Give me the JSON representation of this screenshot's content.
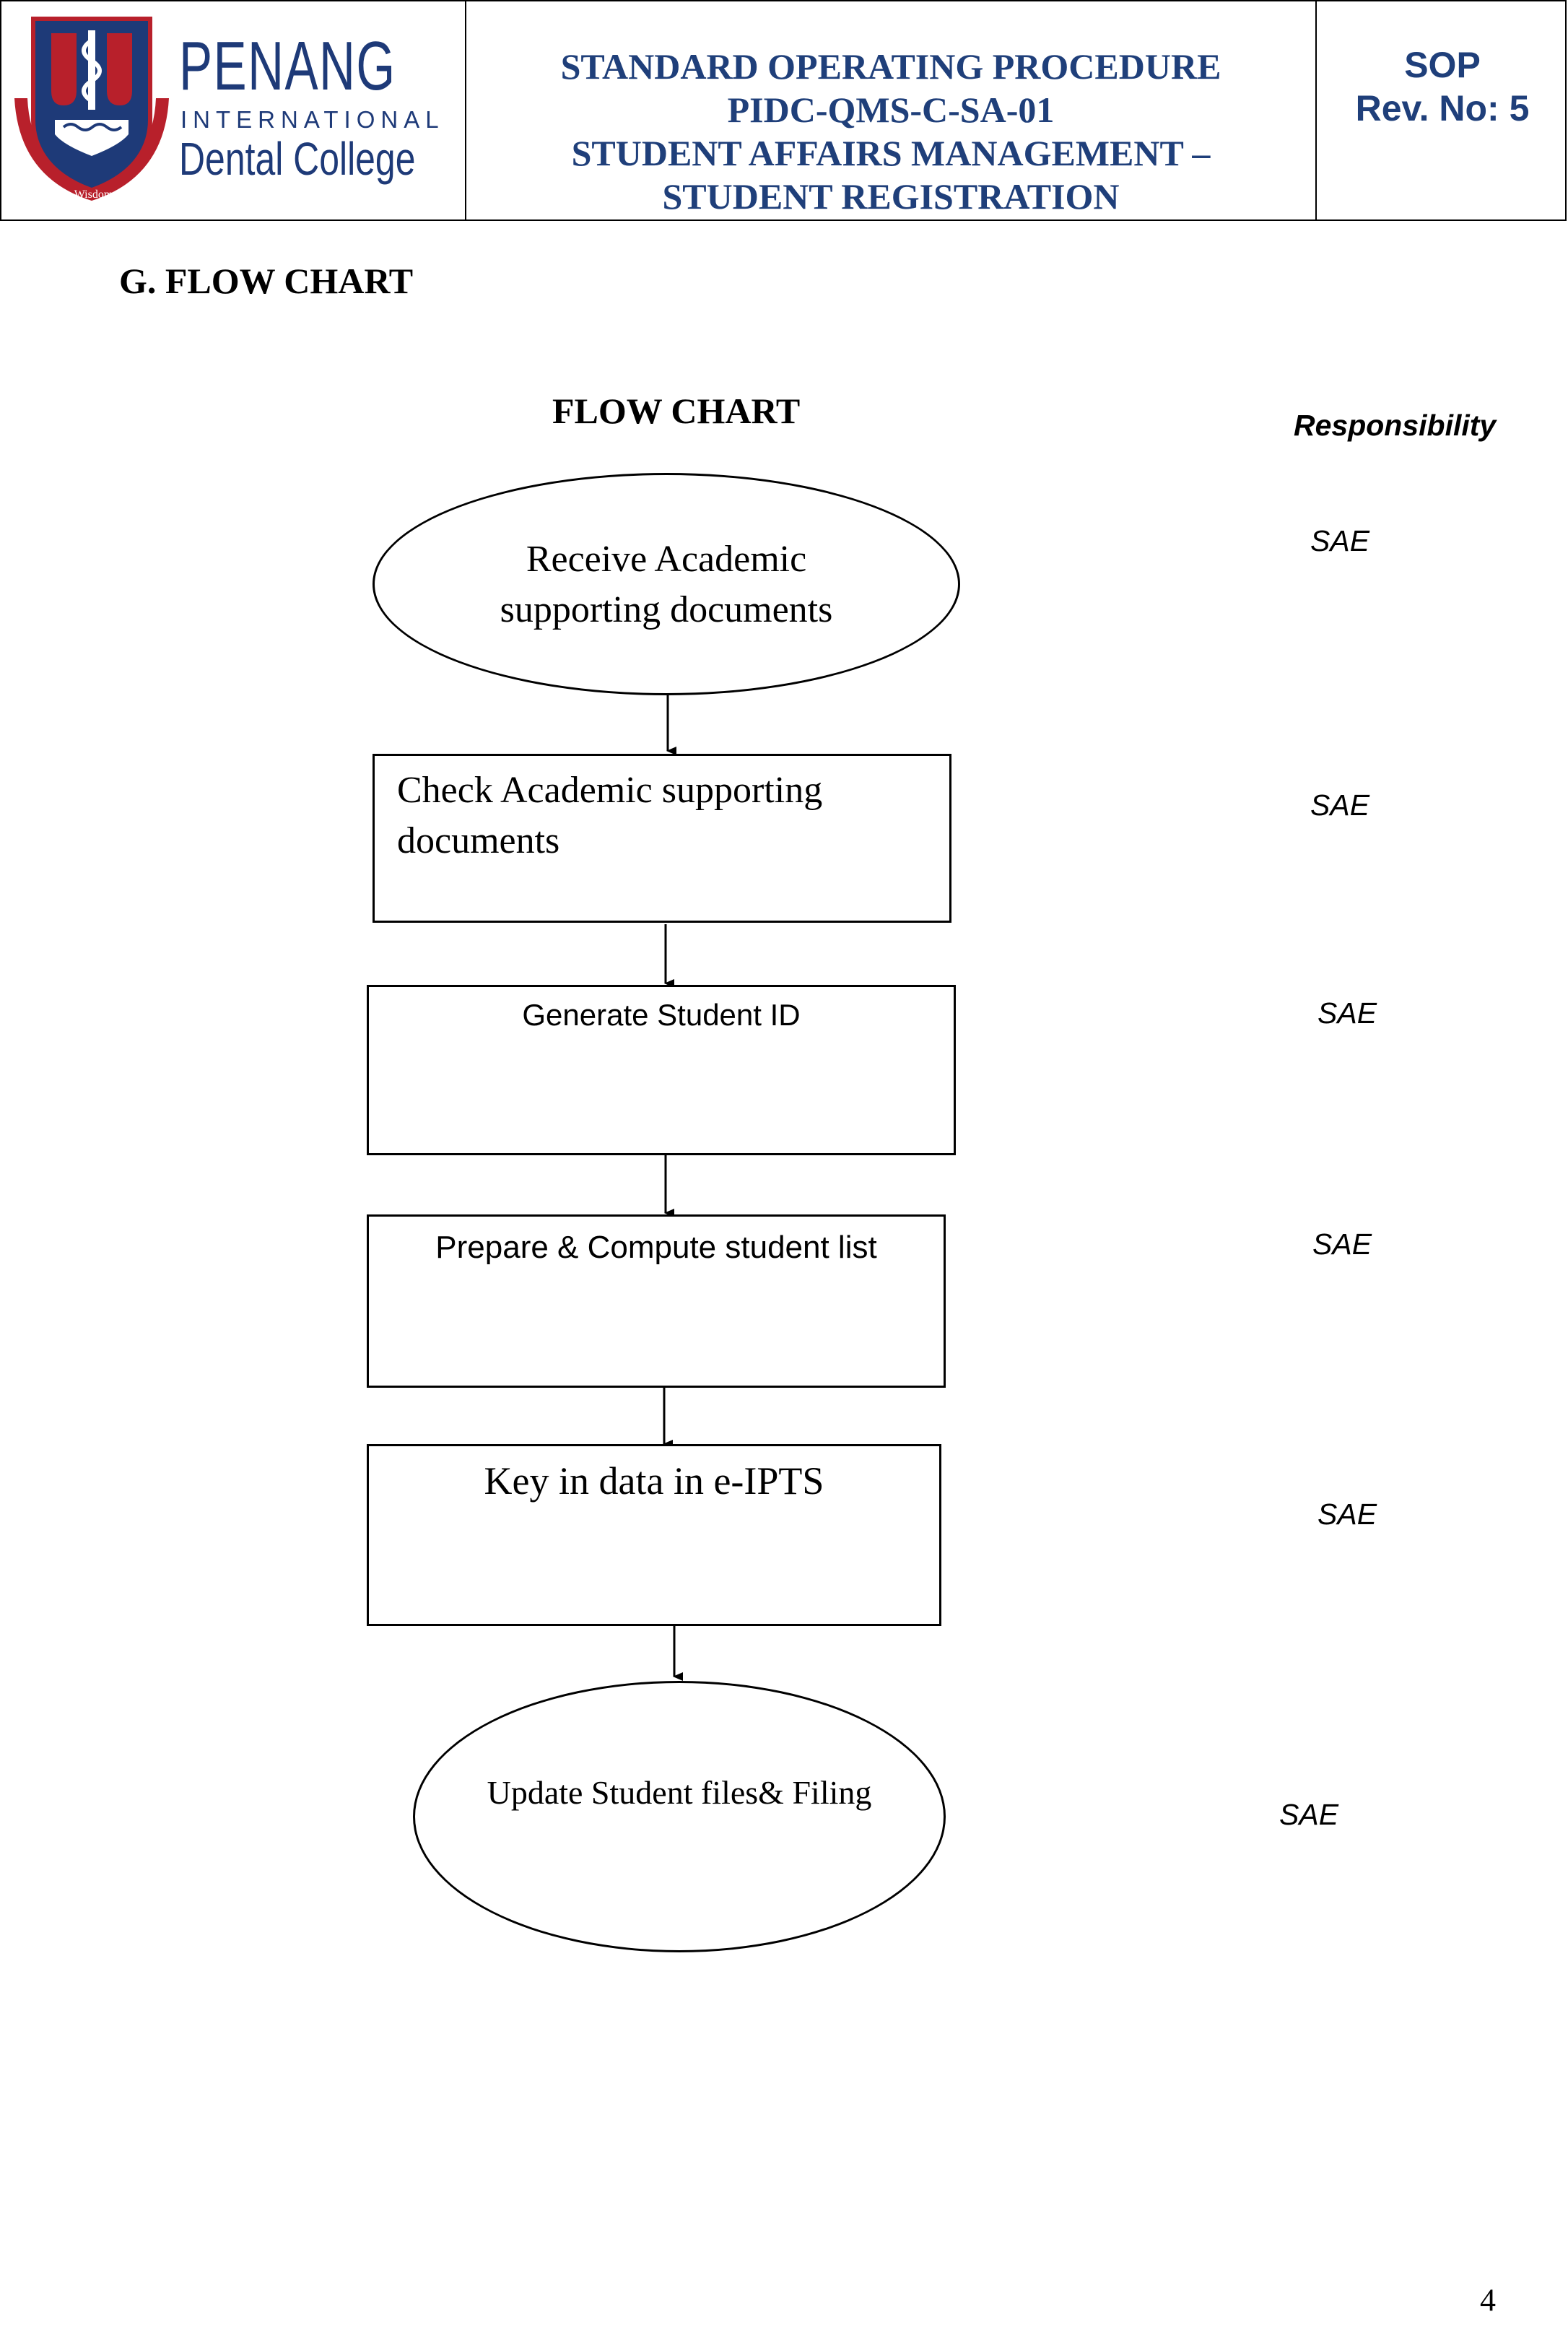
{
  "header": {
    "logo": {
      "name": "PENANG",
      "line2": "INTERNATIONAL",
      "line3": "Dental College",
      "motto": "Vision Wisdom Unity"
    },
    "title_lines": [
      "STANDARD OPERATING PROCEDURE",
      "PIDC-QMS-C-SA-01",
      "STUDENT AFFAIRS MANAGEMENT –",
      "STUDENT REGISTRATION"
    ],
    "sop_label": "SOP",
    "rev_label": "Rev. No: 5"
  },
  "section_heading": "G.  FLOW CHART",
  "flowchart": {
    "title": "FLOW CHART",
    "responsibility_header": "Responsibility",
    "steps": [
      {
        "shape": "oval",
        "lines": [
          "Receive Academic",
          "supporting documents"
        ],
        "responsibility": "SAE"
      },
      {
        "shape": "rect",
        "lines": [
          "Check Academic supporting",
          "documents"
        ],
        "responsibility": "SAE"
      },
      {
        "shape": "rect",
        "lines": [
          "Generate Student ID"
        ],
        "responsibility": "SAE"
      },
      {
        "shape": "rect",
        "lines": [
          "Prepare & Compute student list"
        ],
        "responsibility": "SAE"
      },
      {
        "shape": "rect",
        "lines": [
          "Key in data in e-IPTS"
        ],
        "responsibility": "SAE"
      },
      {
        "shape": "oval",
        "lines": [
          "Update Student files& Filing"
        ],
        "responsibility": "SAE"
      }
    ]
  },
  "page_number": "4",
  "colors": {
    "header_text": "#1f3f7a",
    "logo_blue": "#1e3a78",
    "logo_red": "#b8202b"
  }
}
